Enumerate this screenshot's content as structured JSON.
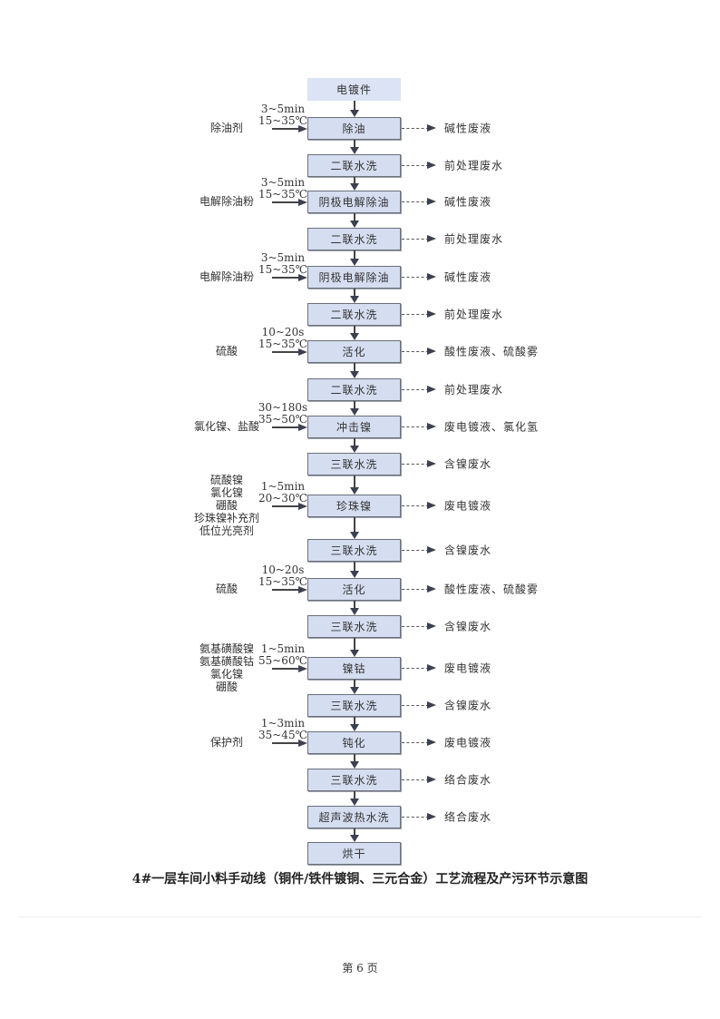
{
  "start": "电镀件",
  "steps": [
    {
      "name": "除油",
      "output": "碱性废液",
      "inputs": [
        "除油剂"
      ],
      "params": [
        "3~5min",
        "15~35℃"
      ]
    },
    {
      "name": "二联水洗",
      "output": "前处理废水",
      "inputs": [],
      "params": []
    },
    {
      "name": "阴极电解除油",
      "output": "碱性废液",
      "inputs": [
        "电解除油粉"
      ],
      "params": [
        "3~5min",
        "15~35℃"
      ]
    },
    {
      "name": "二联水洗",
      "output": "前处理废水",
      "inputs": [],
      "params": []
    },
    {
      "name": "阴极电解除油",
      "output": "碱性废液",
      "inputs": [
        "电解除油粉"
      ],
      "params": [
        "3~5min",
        "15~35℃"
      ]
    },
    {
      "name": "二联水洗",
      "output": "前处理废水",
      "inputs": [],
      "params": []
    },
    {
      "name": "活化",
      "output": "酸性废液、硫酸雾",
      "inputs": [
        "硫酸"
      ],
      "params": [
        "10~20s",
        "15~35℃"
      ]
    },
    {
      "name": "二联水洗",
      "output": "前处理废水",
      "inputs": [],
      "params": []
    },
    {
      "name": "冲击镍",
      "output": "废电镀液、氯化氢",
      "inputs": [
        "氯化镍、盐酸"
      ],
      "params": [
        "30~180s",
        "35~50℃"
      ]
    },
    {
      "name": "三联水洗",
      "output": "含镍废水",
      "inputs": [],
      "params": []
    },
    {
      "name": "珍珠镍",
      "output": "废电镀液",
      "inputs": [
        "硫酸镍",
        "氯化镍",
        "硼酸",
        "珍珠镍补充剂",
        "低位光亮剂"
      ],
      "params": [
        "1~5min",
        "20~30℃"
      ]
    },
    {
      "name": "三联水洗",
      "output": "含镍废水",
      "inputs": [],
      "params": []
    },
    {
      "name": "活化",
      "output": "酸性废液、硫酸雾",
      "inputs": [
        "硫酸"
      ],
      "params": [
        "10~20s",
        "15~35℃"
      ]
    },
    {
      "name": "三联水洗",
      "output": "含镍废水",
      "inputs": [],
      "params": []
    },
    {
      "name": "镍钴",
      "output": "废电镀液",
      "inputs": [
        "氨基磺酸镍",
        "氨基磺酸钴",
        "氯化镍",
        "硼酸"
      ],
      "params": [
        "1~5min",
        "55~60℃"
      ]
    },
    {
      "name": "三联水洗",
      "output": "含镍废水",
      "inputs": [],
      "params": []
    },
    {
      "name": "钝化",
      "output": "废电镀液",
      "inputs": [
        "保护剂"
      ],
      "params": [
        "1~3min",
        "35~45℃"
      ]
    },
    {
      "name": "三联水洗",
      "output": "络合废水",
      "inputs": [],
      "params": []
    },
    {
      "name": "超声波热水洗",
      "output": "络合废水",
      "inputs": [],
      "params": []
    },
    {
      "name": "烘干",
      "output": null,
      "inputs": [],
      "params": []
    }
  ],
  "caption": "4#一层车间小料手动线（铜件/铁件镀铜、三元合金）工艺流程及产污环节示意图",
  "page_number": "第 6 页"
}
